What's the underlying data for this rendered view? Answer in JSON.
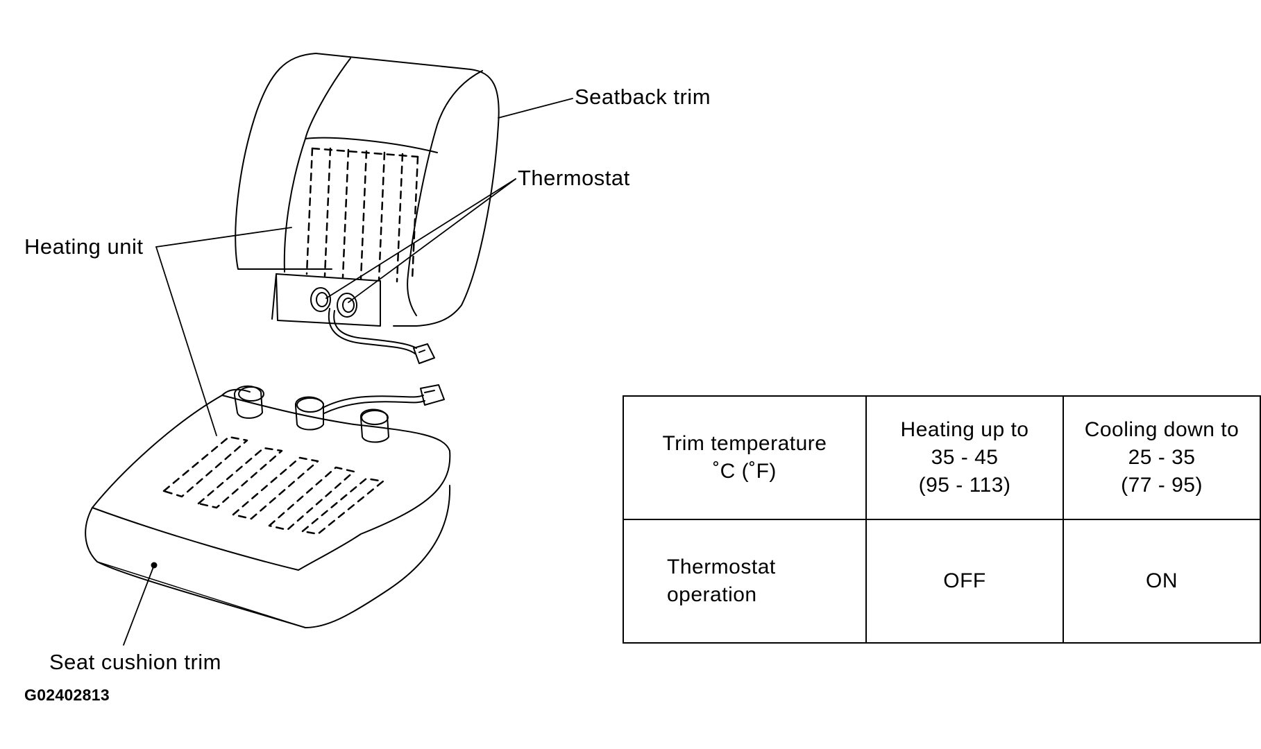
{
  "labels": {
    "seatback_trim": "Seatback trim",
    "thermostat": "Thermostat",
    "heating_unit": "Heating unit",
    "seat_cushion_trim": "Seat cushion trim",
    "figure_id": "G02402813"
  },
  "table": {
    "rows": [
      {
        "header": [
          "Trim temperature",
          "˚C (˚F)"
        ],
        "heating": [
          "Heating up to",
          "35 - 45",
          "(95 - 113)"
        ],
        "cooling": [
          "Cooling down to",
          "25 - 35",
          "(77 - 95)"
        ]
      },
      {
        "header": [
          "Thermostat",
          "operation"
        ],
        "heating": [
          "OFF"
        ],
        "cooling": [
          "ON"
        ]
      }
    ]
  }
}
